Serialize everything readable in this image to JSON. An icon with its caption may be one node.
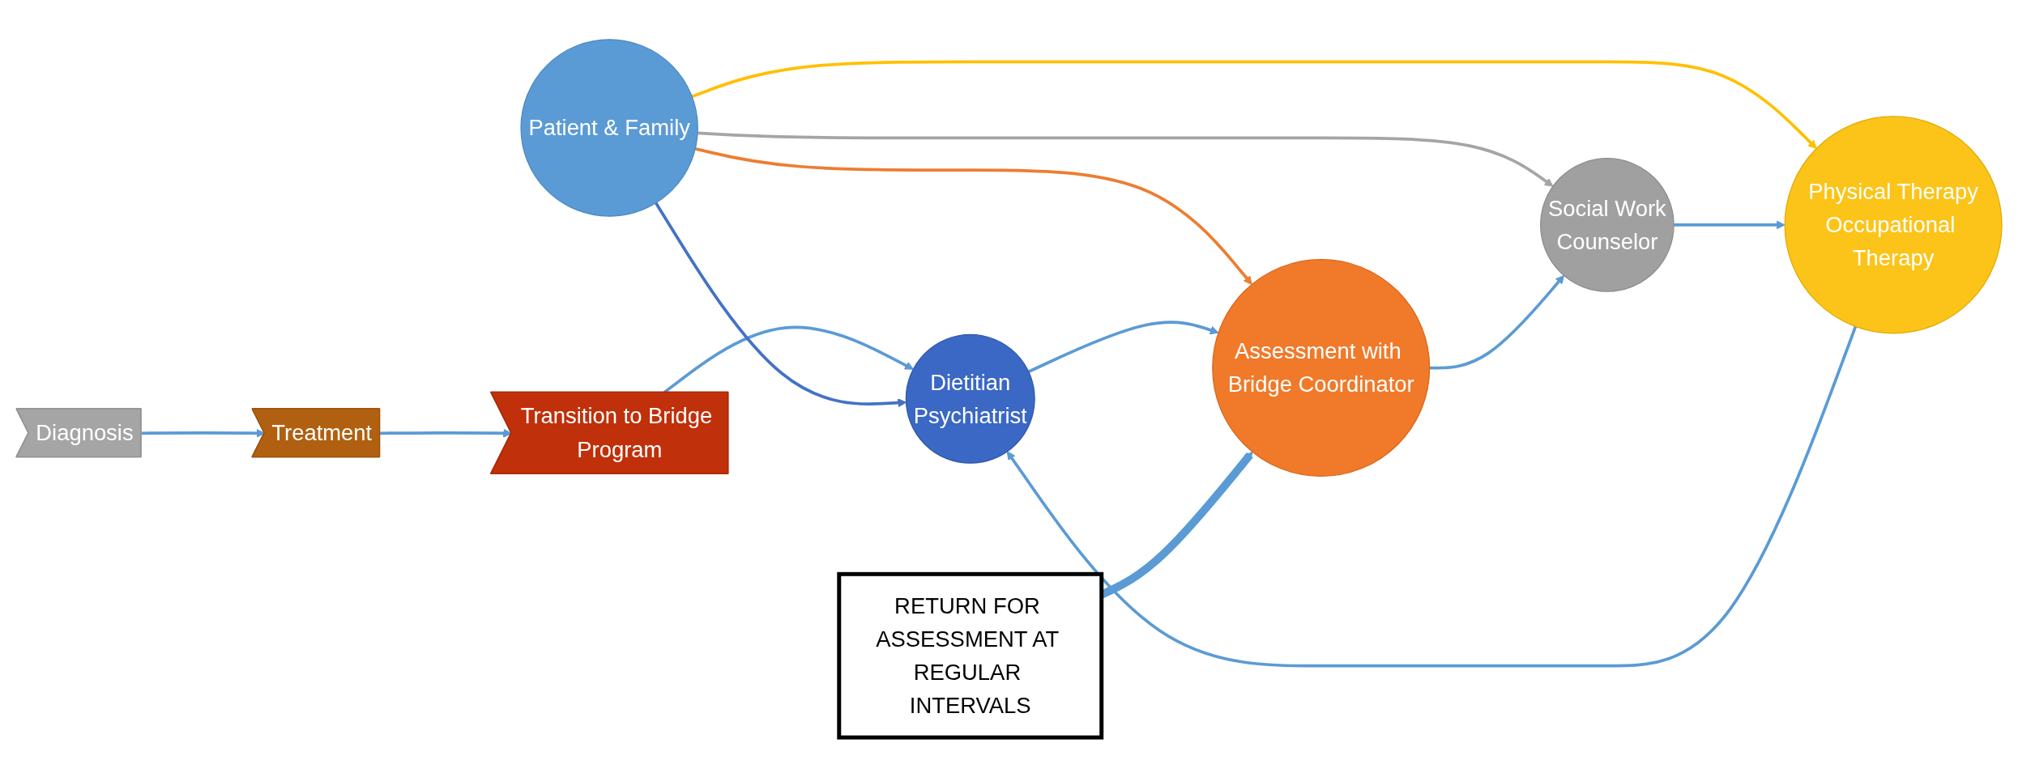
{
  "diagram": {
    "nodes": [
      {
        "text": [
          "Diagnosis"
        ]
      },
      {
        "text": [
          "Treatment"
        ]
      },
      {
        "text": [
          "Transition to Bridge Program"
        ]
      },
      {
        "text": [
          "Dietitian",
          "Psychiatrist"
        ]
      },
      {
        "text": [
          "Assessment with Bridge Coordinator"
        ]
      },
      {
        "text": [
          "Patient & Family"
        ]
      },
      {
        "text": [
          "Social Work",
          "Counselor"
        ]
      },
      {
        "text": [
          "Physical Therapy",
          "Occupational Therapy"
        ]
      },
      {
        "text": [
          "RETURN FOR ASSESSMENT AT REGULAR INTERVALS"
        ]
      }
    ],
    "edges": [
      {
        "from": 0,
        "to": 1,
        "arrow": "to"
      },
      {
        "from": 1,
        "to": 2,
        "arrow": "to"
      },
      {
        "from": 2,
        "to": 3,
        "arrow": "to"
      },
      {
        "from": 5,
        "to": 4,
        "arrow": "to",
        "color": "#ed7d31"
      },
      {
        "from": 5,
        "to": 3,
        "arrow": "to",
        "color": "#4472c4"
      },
      {
        "from": 5,
        "to": 6,
        "arrow": "to",
        "color": "#a5a5a5"
      },
      {
        "from": 5,
        "to": 7,
        "arrow": "to",
        "color": "#ffc000"
      },
      {
        "from": 3,
        "to": 4,
        "arrow": "to"
      },
      {
        "from": 4,
        "to": 6,
        "arrow": "to"
      },
      {
        "from": 6,
        "to": 7,
        "arrow": "to"
      },
      {
        "from": 7,
        "to": 3,
        "arrow": "to"
      },
      {
        "from": 8,
        "to": 4,
        "arrow": "to",
        "style": "thick"
      }
    ]
  }
}
